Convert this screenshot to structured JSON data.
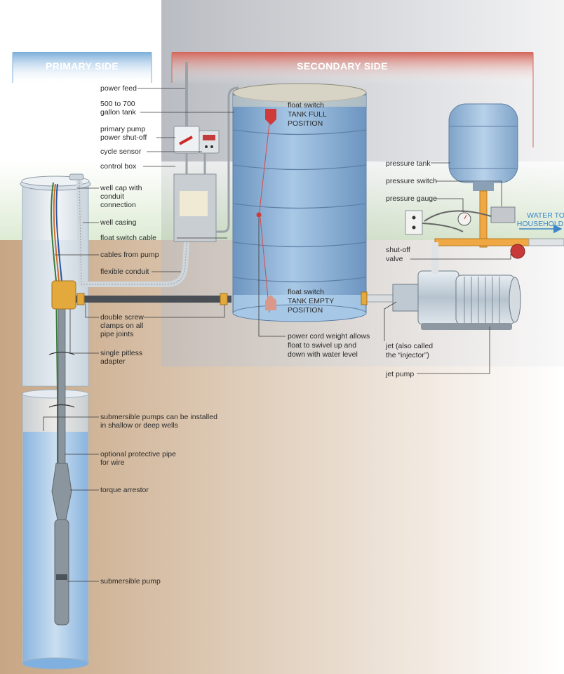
{
  "headers": {
    "primary": "PRIMARY SIDE",
    "secondary": "SECONDARY SIDE"
  },
  "colors": {
    "primary_header": "#7fb0dc",
    "secondary_header": "#d46a5e",
    "secondary_bg": "#c9cbcf",
    "ground": "#c9ab8a",
    "grass": "#cfe3c2",
    "water": "#7fb6e6",
    "tank": "#8db3d8",
    "pipe_copper": "#f0a844",
    "arrow_blue": "#3a86c8"
  },
  "labels": {
    "power_feed": "power feed",
    "tank_size": [
      "500 to 700",
      "gallon tank"
    ],
    "primary_shutoff": [
      "primary pump",
      "power shut-off"
    ],
    "cycle_sensor": "cycle sensor",
    "control_box": "control box",
    "well_cap": [
      "well cap with",
      "conduit",
      "connection"
    ],
    "well_casing": "well casing",
    "float_switch_cable": "float switch cable",
    "cables_from_pump": "cables from pump",
    "flexible_conduit": "flexible conduit",
    "double_screw": [
      "double screw",
      "clamps on all",
      "pipe joints"
    ],
    "pitless_adapter": [
      "single pitless",
      "adapter"
    ],
    "submersible_install": [
      "submersible pumps can be installed",
      "in shallow or deep wells"
    ],
    "protective_pipe": [
      "optional protective pipe",
      "for wire"
    ],
    "torque_arrestor": "torque arrestor",
    "submersible_pump": "submersible pump",
    "float_full": [
      "float switch",
      "TANK FULL",
      "POSITION"
    ],
    "float_empty": [
      "float switch",
      "TANK EMPTY",
      "POSITION"
    ],
    "cord_weight": [
      "power cord weight allows",
      "float to swivel up and",
      "down with water level"
    ],
    "pressure_tank": "pressure tank",
    "pressure_switch": "pressure switch",
    "pressure_gauge": "pressure gauge",
    "water_to_household": [
      "WATER TO",
      "HOUSEHOLD"
    ],
    "shutoff_valve": [
      "shut-off",
      "valve"
    ],
    "jet": [
      "jet (also called",
      "the “injector”)"
    ],
    "jet_pump": "jet pump"
  }
}
